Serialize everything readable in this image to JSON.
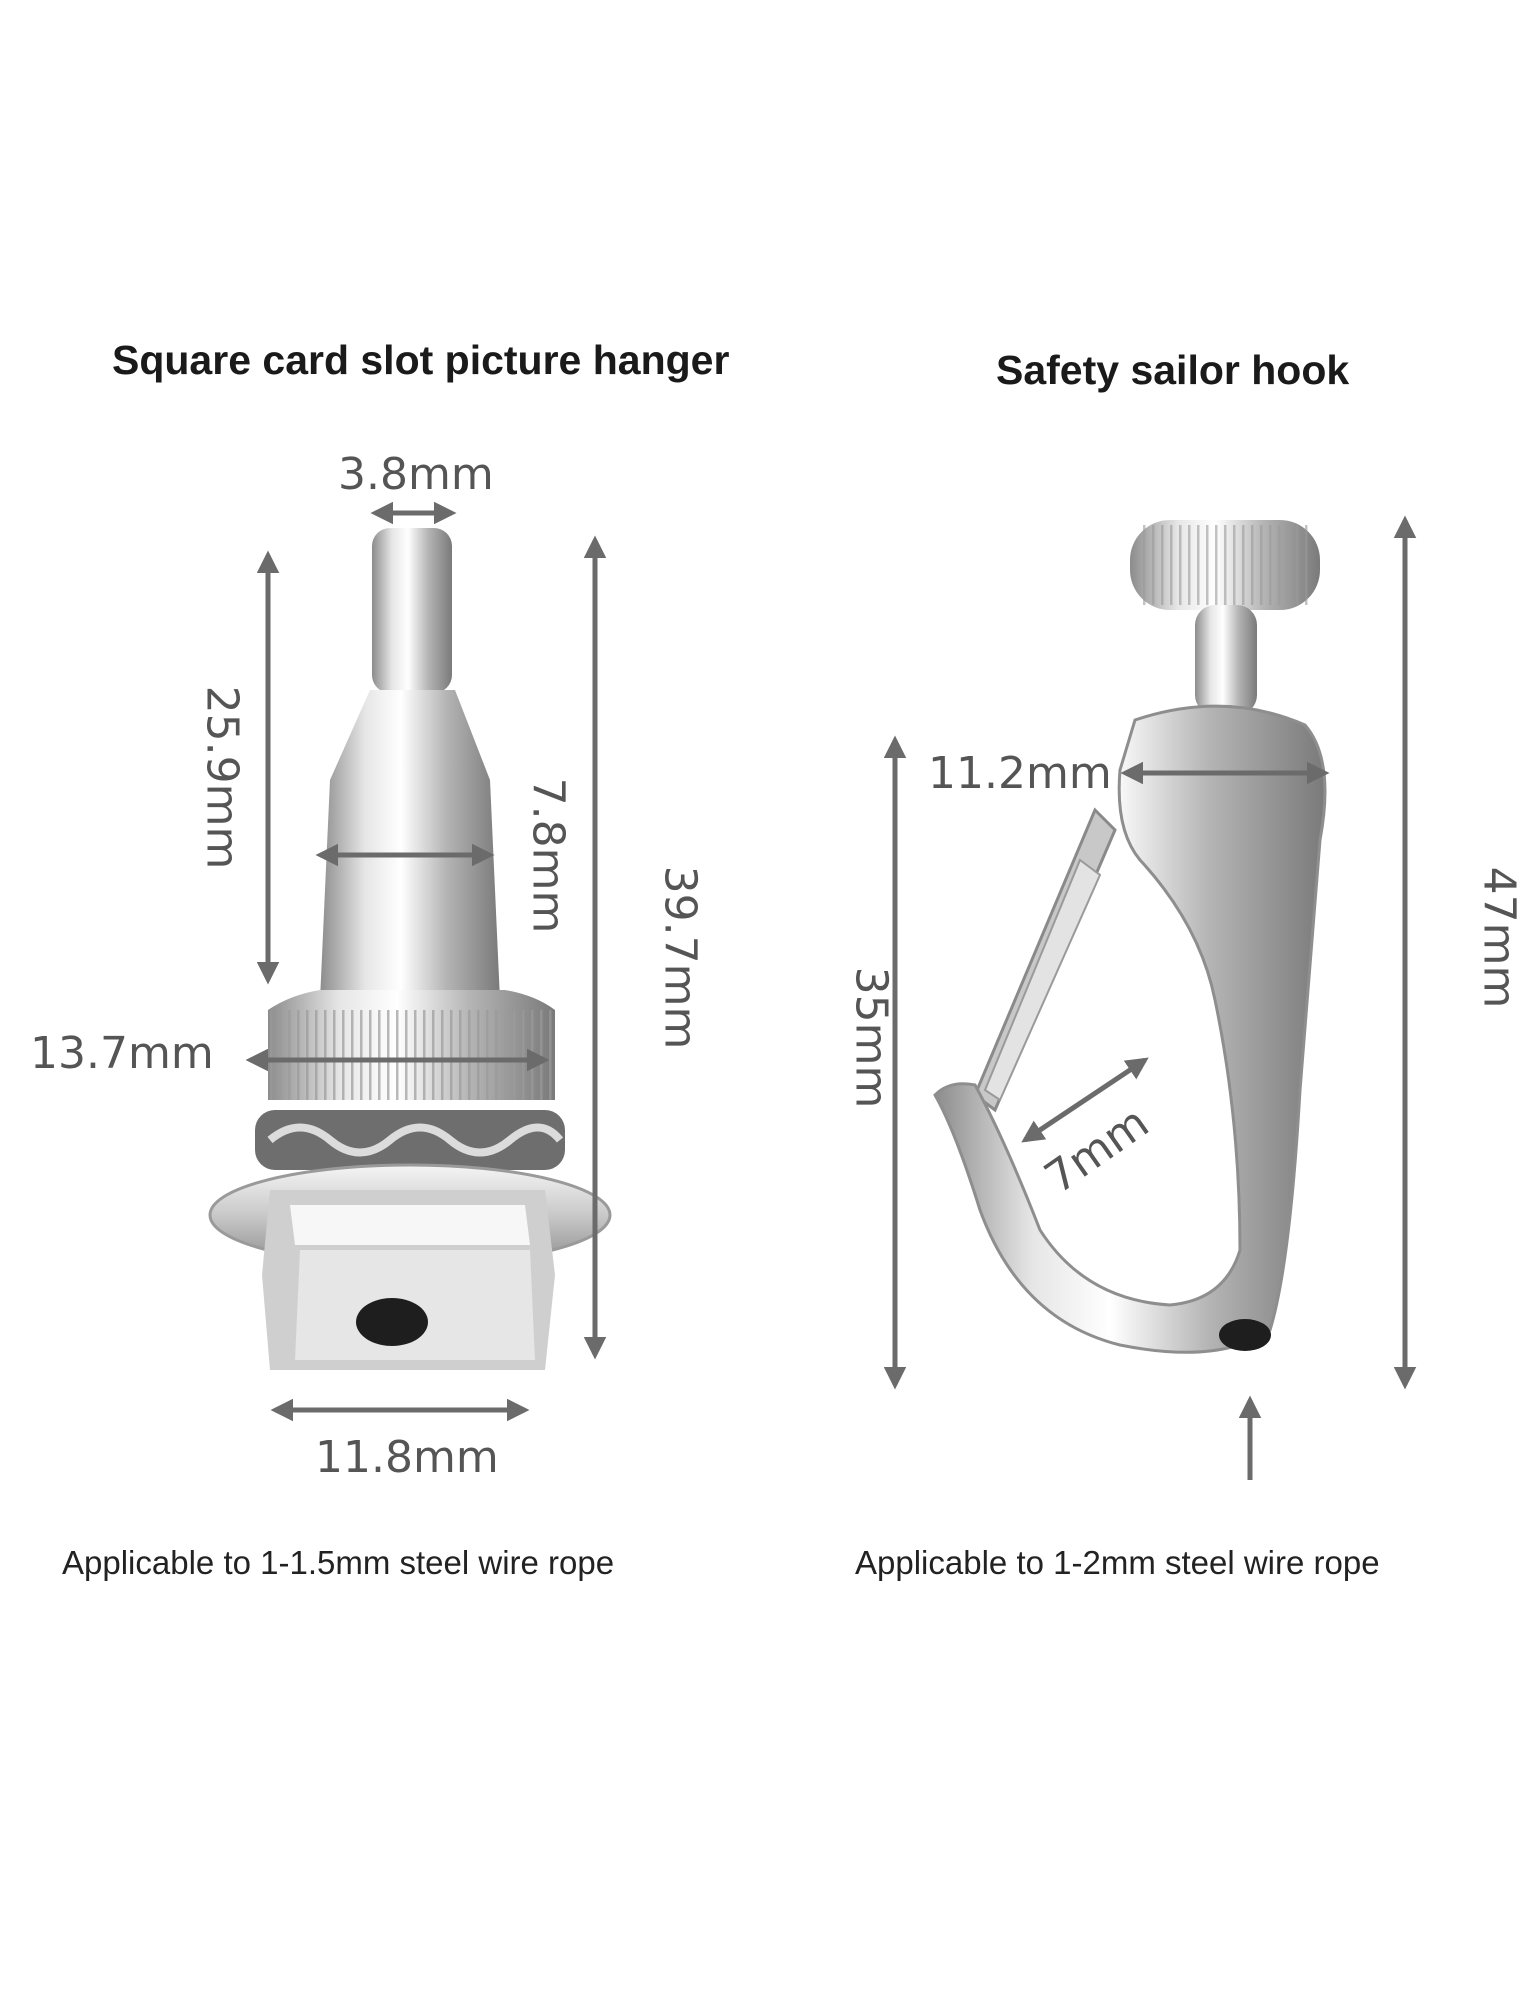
{
  "left_product": {
    "title": "Square card slot picture hanger",
    "caption": "Applicable to 1-1.5mm steel wire rope",
    "dimensions": {
      "tip_width": "3.8mm",
      "shaft_length": "25.9mm",
      "body_width": "7.8mm",
      "total_length": "39.7mm",
      "knob_width": "13.7mm",
      "base_width": "11.8mm"
    }
  },
  "right_product": {
    "title": "Safety sailor hook",
    "caption": "Applicable to 1-2mm steel wire rope",
    "dimensions": {
      "body_width": "11.2mm",
      "hook_length": "35mm",
      "total_length": "47mm",
      "hook_opening": "7mm"
    }
  },
  "colors": {
    "arrow": "#6b6b6b",
    "metal_light": "#f2f2f2",
    "metal_dark": "#8a8a8a"
  }
}
